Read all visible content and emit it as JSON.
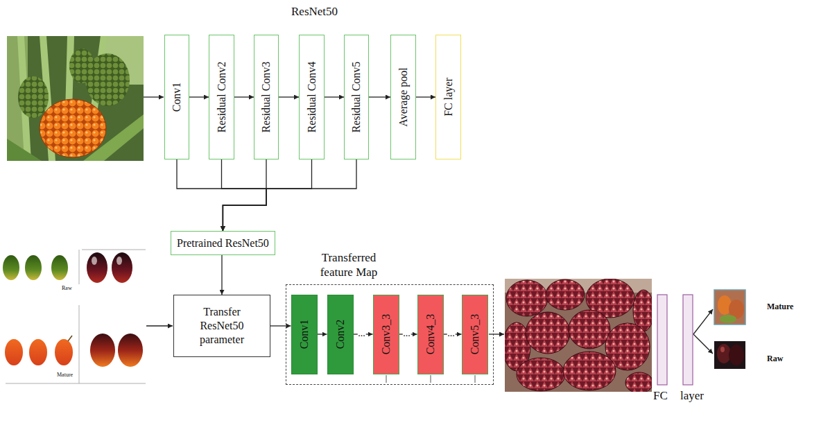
{
  "diagram": {
    "title": "ResNet50",
    "nodes": [
      {
        "text": [
          "Conv1"
        ]
      },
      {
        "text": [
          "Residual Conv2"
        ]
      },
      {
        "text": [
          "Residual Conv3"
        ]
      },
      {
        "text": [
          "Residual Conv4"
        ]
      },
      {
        "text": [
          "Residual Conv5"
        ]
      },
      {
        "text": [
          "Average pool"
        ]
      },
      {
        "text": [
          "FC layer"
        ]
      },
      {
        "text": [
          "Pretrained ResNet50"
        ]
      },
      {
        "text": [
          "Transfer ResNet50 parameter"
        ]
      },
      {
        "text": [
          "Transferred feature Map"
        ]
      },
      {
        "text": [
          "Conv1"
        ],
        "in": 9
      },
      {
        "text": [
          "Conv2"
        ],
        "in": 9
      },
      {
        "text": [
          "Conv3_3"
        ],
        "in": 9
      },
      {
        "text": [
          "Conv4_3"
        ],
        "in": 9
      },
      {
        "text": [
          "Conv5_3"
        ],
        "in": 9
      }
    ],
    "edges": [
      {
        "from": 0,
        "to": 1,
        "arrow": "to"
      },
      {
        "from": 1,
        "to": 2,
        "arrow": "to"
      },
      {
        "from": 2,
        "to": 3,
        "arrow": "to"
      },
      {
        "from": 3,
        "to": 4,
        "arrow": "to"
      },
      {
        "from": 4,
        "to": 5,
        "arrow": "to"
      },
      {
        "from": 5,
        "to": 6,
        "arrow": "to"
      },
      {
        "from": 0,
        "to": 7,
        "arrow": "to"
      },
      {
        "from": 1,
        "to": 7,
        "arrow": "to"
      },
      {
        "from": 2,
        "to": 7,
        "arrow": "to"
      },
      {
        "from": 3,
        "to": 7,
        "arrow": "to"
      },
      {
        "from": 4,
        "to": 7,
        "arrow": "to"
      },
      {
        "from": 7,
        "to": 8,
        "arrow": "to"
      },
      {
        "from": 8,
        "to": 10,
        "arrow": "to"
      },
      {
        "from": 10,
        "to": 11,
        "arrow": "to"
      },
      {
        "from": 11,
        "to": 12,
        "label": "...",
        "arrow": "to"
      },
      {
        "from": 12,
        "to": 13,
        "label": "...",
        "arrow": "to"
      },
      {
        "from": 13,
        "to": 14,
        "label": "...",
        "arrow": "to"
      }
    ],
    "labels": [
      "Raw",
      "Mature",
      "FC layer",
      "Mature",
      "Raw"
    ]
  }
}
